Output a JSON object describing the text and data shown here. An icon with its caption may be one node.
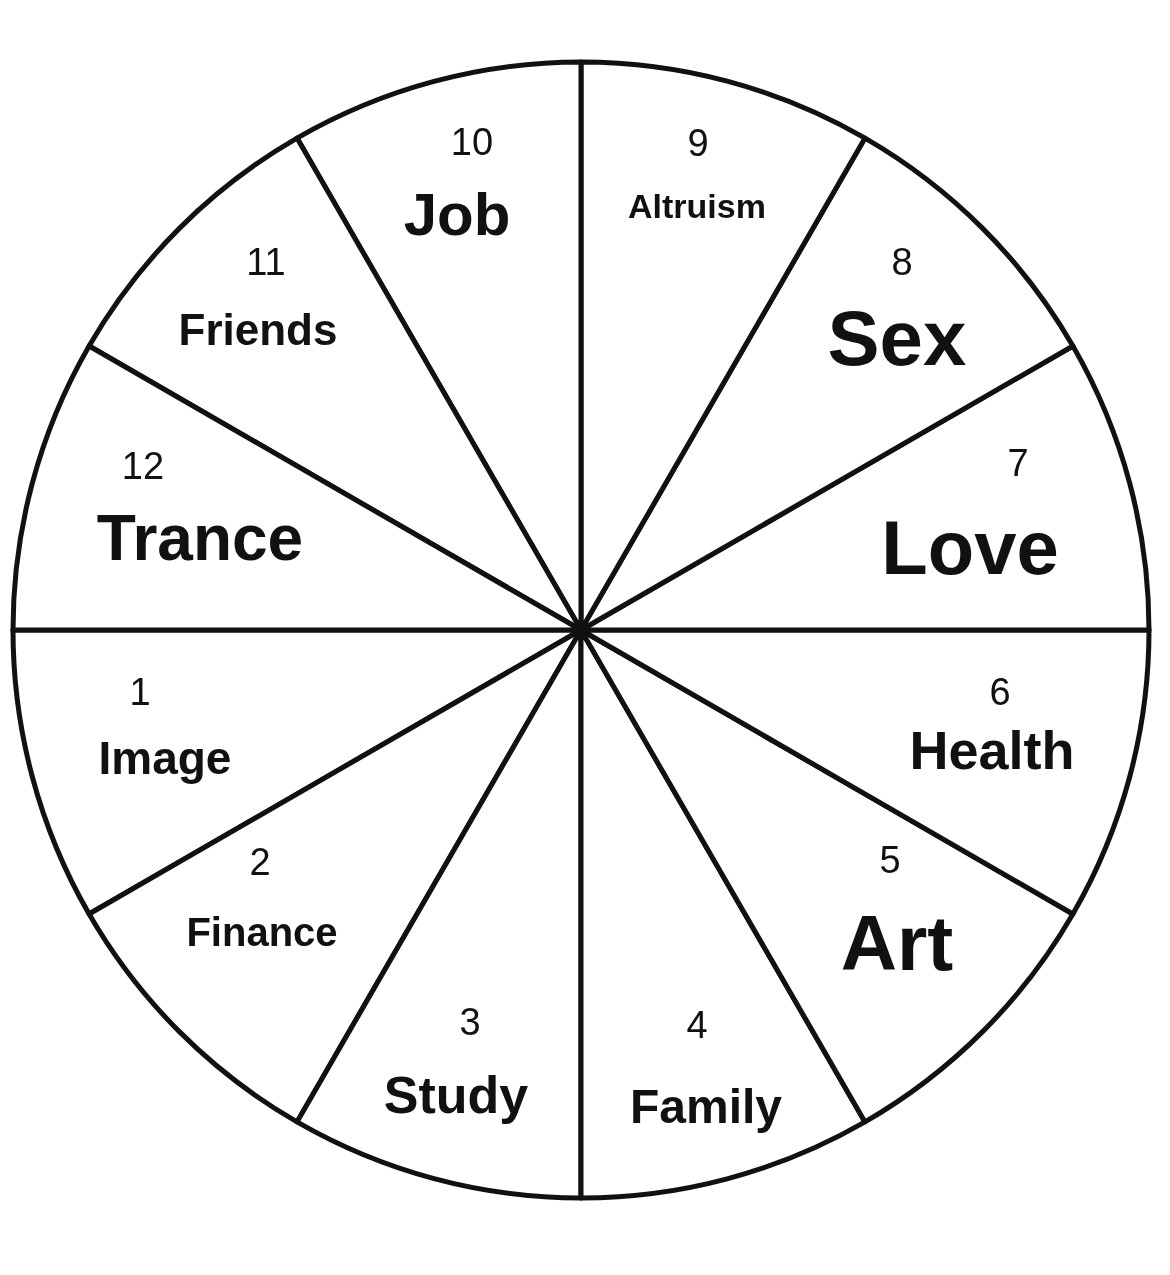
{
  "diagram": {
    "nodes": [
      {
        "text": [
          "1",
          "Image"
        ]
      },
      {
        "text": [
          "2",
          "Finance"
        ]
      },
      {
        "text": [
          "3",
          "Study"
        ]
      },
      {
        "text": [
          "4",
          "Family"
        ]
      },
      {
        "text": [
          "5",
          "Art"
        ]
      },
      {
        "text": [
          "6",
          "Health"
        ]
      },
      {
        "text": [
          "7",
          "Love"
        ]
      },
      {
        "text": [
          "8",
          "Sex"
        ]
      },
      {
        "text": [
          "9",
          "Altruism"
        ]
      },
      {
        "text": [
          "10",
          "Job"
        ]
      },
      {
        "text": [
          "11",
          "Friends"
        ]
      },
      {
        "text": [
          "12",
          "Trance"
        ]
      }
    ]
  }
}
